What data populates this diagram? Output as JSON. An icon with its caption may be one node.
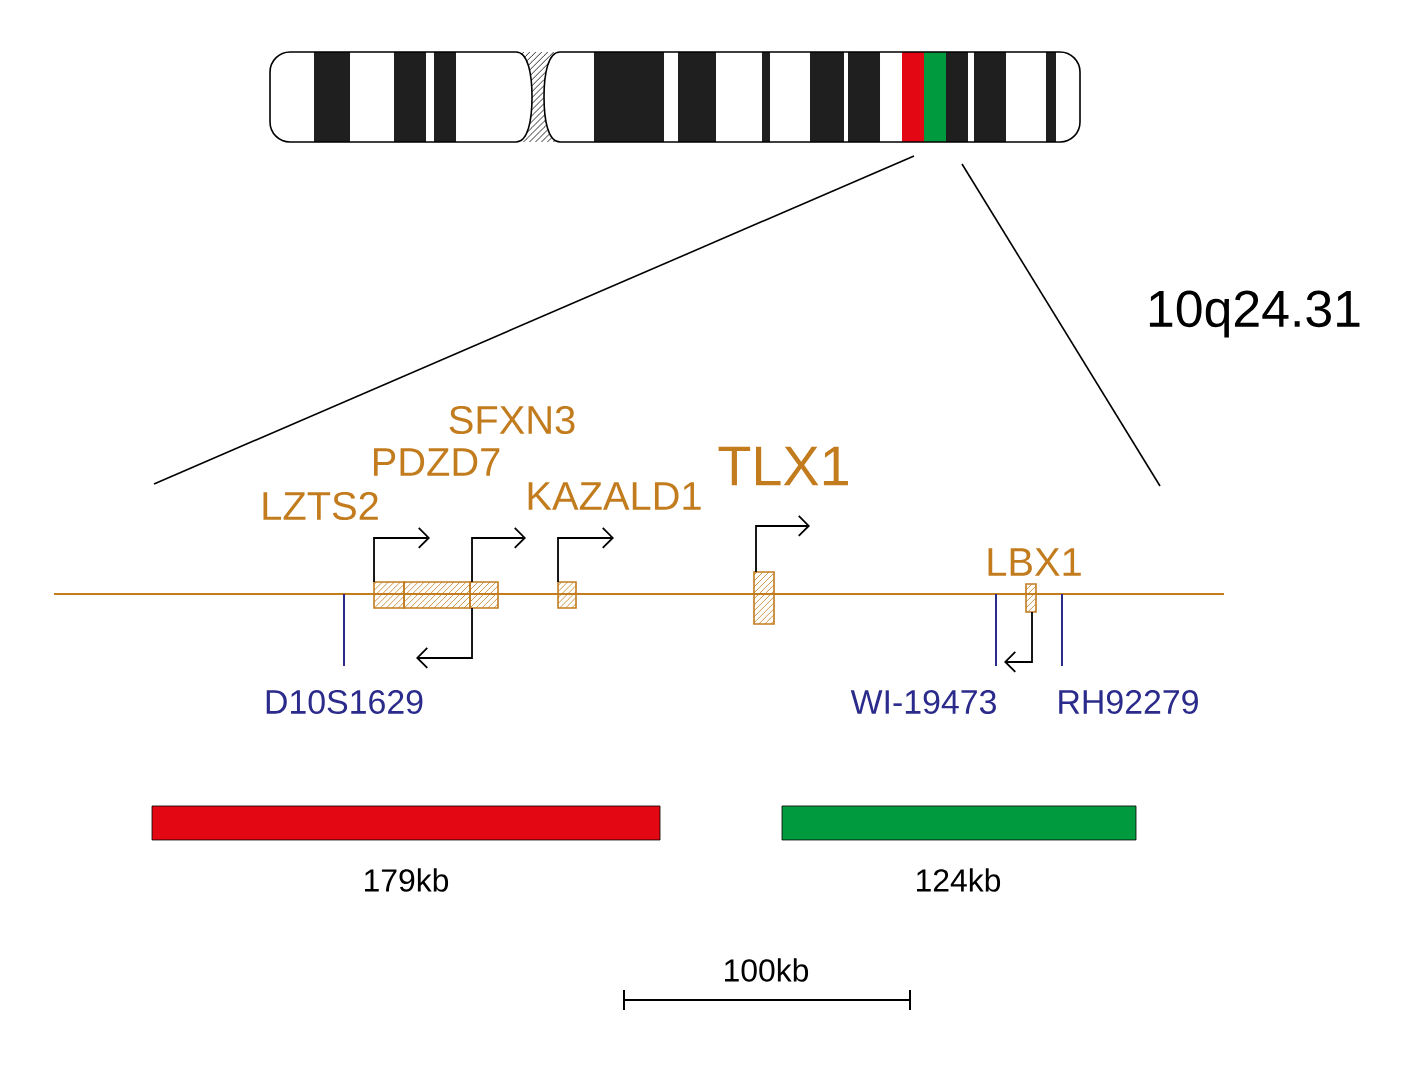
{
  "diagram": {
    "nodes": [
      {
        "text": [
          "LZTS2"
        ]
      },
      {
        "text": [
          "PDZD7"
        ]
      },
      {
        "text": [
          "SFXN3"
        ]
      },
      {
        "text": [
          "KAZALD1"
        ]
      },
      {
        "text": [
          "TLX1"
        ]
      },
      {
        "text": [
          "LBX1"
        ]
      },
      {
        "text": [
          "179kb"
        ]
      },
      {
        "text": [
          "124kb"
        ]
      }
    ],
    "labels": [
      "10q24.31",
      "D10S1629",
      "WI-19473",
      "RH92279",
      "100kb"
    ]
  }
}
